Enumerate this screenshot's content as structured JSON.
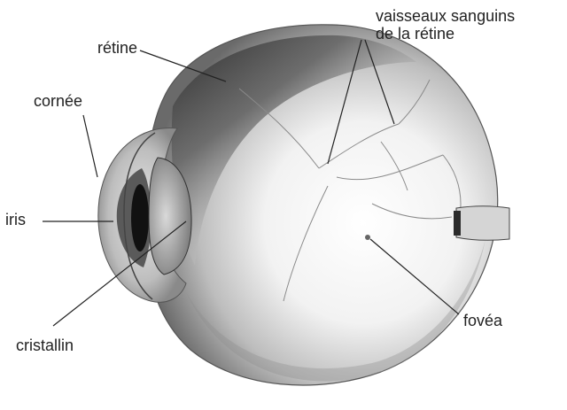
{
  "diagram": {
    "labels": {
      "retine": "rétine",
      "vaisseaux": "vaisseaux sanguins\nde la rétine",
      "cornee": "cornée",
      "iris": "iris",
      "cristallin": "cristallin",
      "fovea": "fovéa"
    },
    "colors": {
      "ink": "#222222",
      "shade_dark": "#3a3a3a",
      "shade_mid": "#9a9a9a",
      "paper": "#ffffff",
      "pupil": "#111111"
    }
  }
}
